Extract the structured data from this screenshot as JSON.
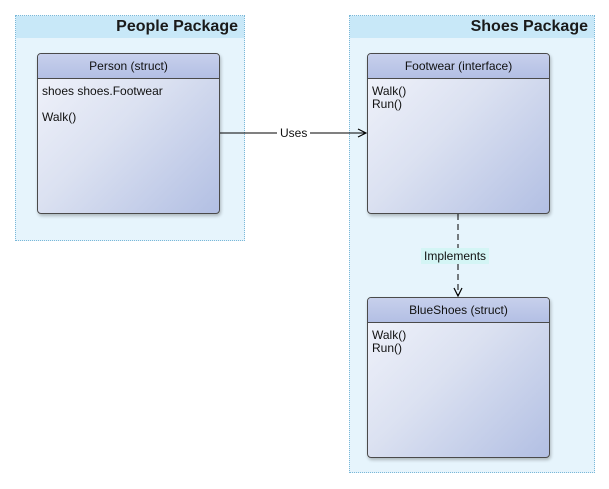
{
  "packages": [
    {
      "title": "People Package"
    },
    {
      "title": "Shoes Package"
    }
  ],
  "classes": {
    "person": {
      "title": "Person (struct)",
      "fields": [
        "shoes shoes.Footwear"
      ],
      "methods": [
        "Walk()"
      ]
    },
    "footwear": {
      "title": "Footwear (interface)",
      "methods": [
        "Walk()",
        "Run()"
      ]
    },
    "blueshoes": {
      "title": "BlueShoes (struct)",
      "methods": [
        "Walk()",
        "Run()"
      ]
    }
  },
  "edges": {
    "uses": {
      "label": "Uses"
    },
    "implements": {
      "label": "Implements"
    }
  },
  "colors": {
    "package_fill": "#e6f4fc",
    "package_header": "#c8e8f8",
    "class_header": "#b3bfe4",
    "implements_label_bg": "#d4f5f5"
  }
}
